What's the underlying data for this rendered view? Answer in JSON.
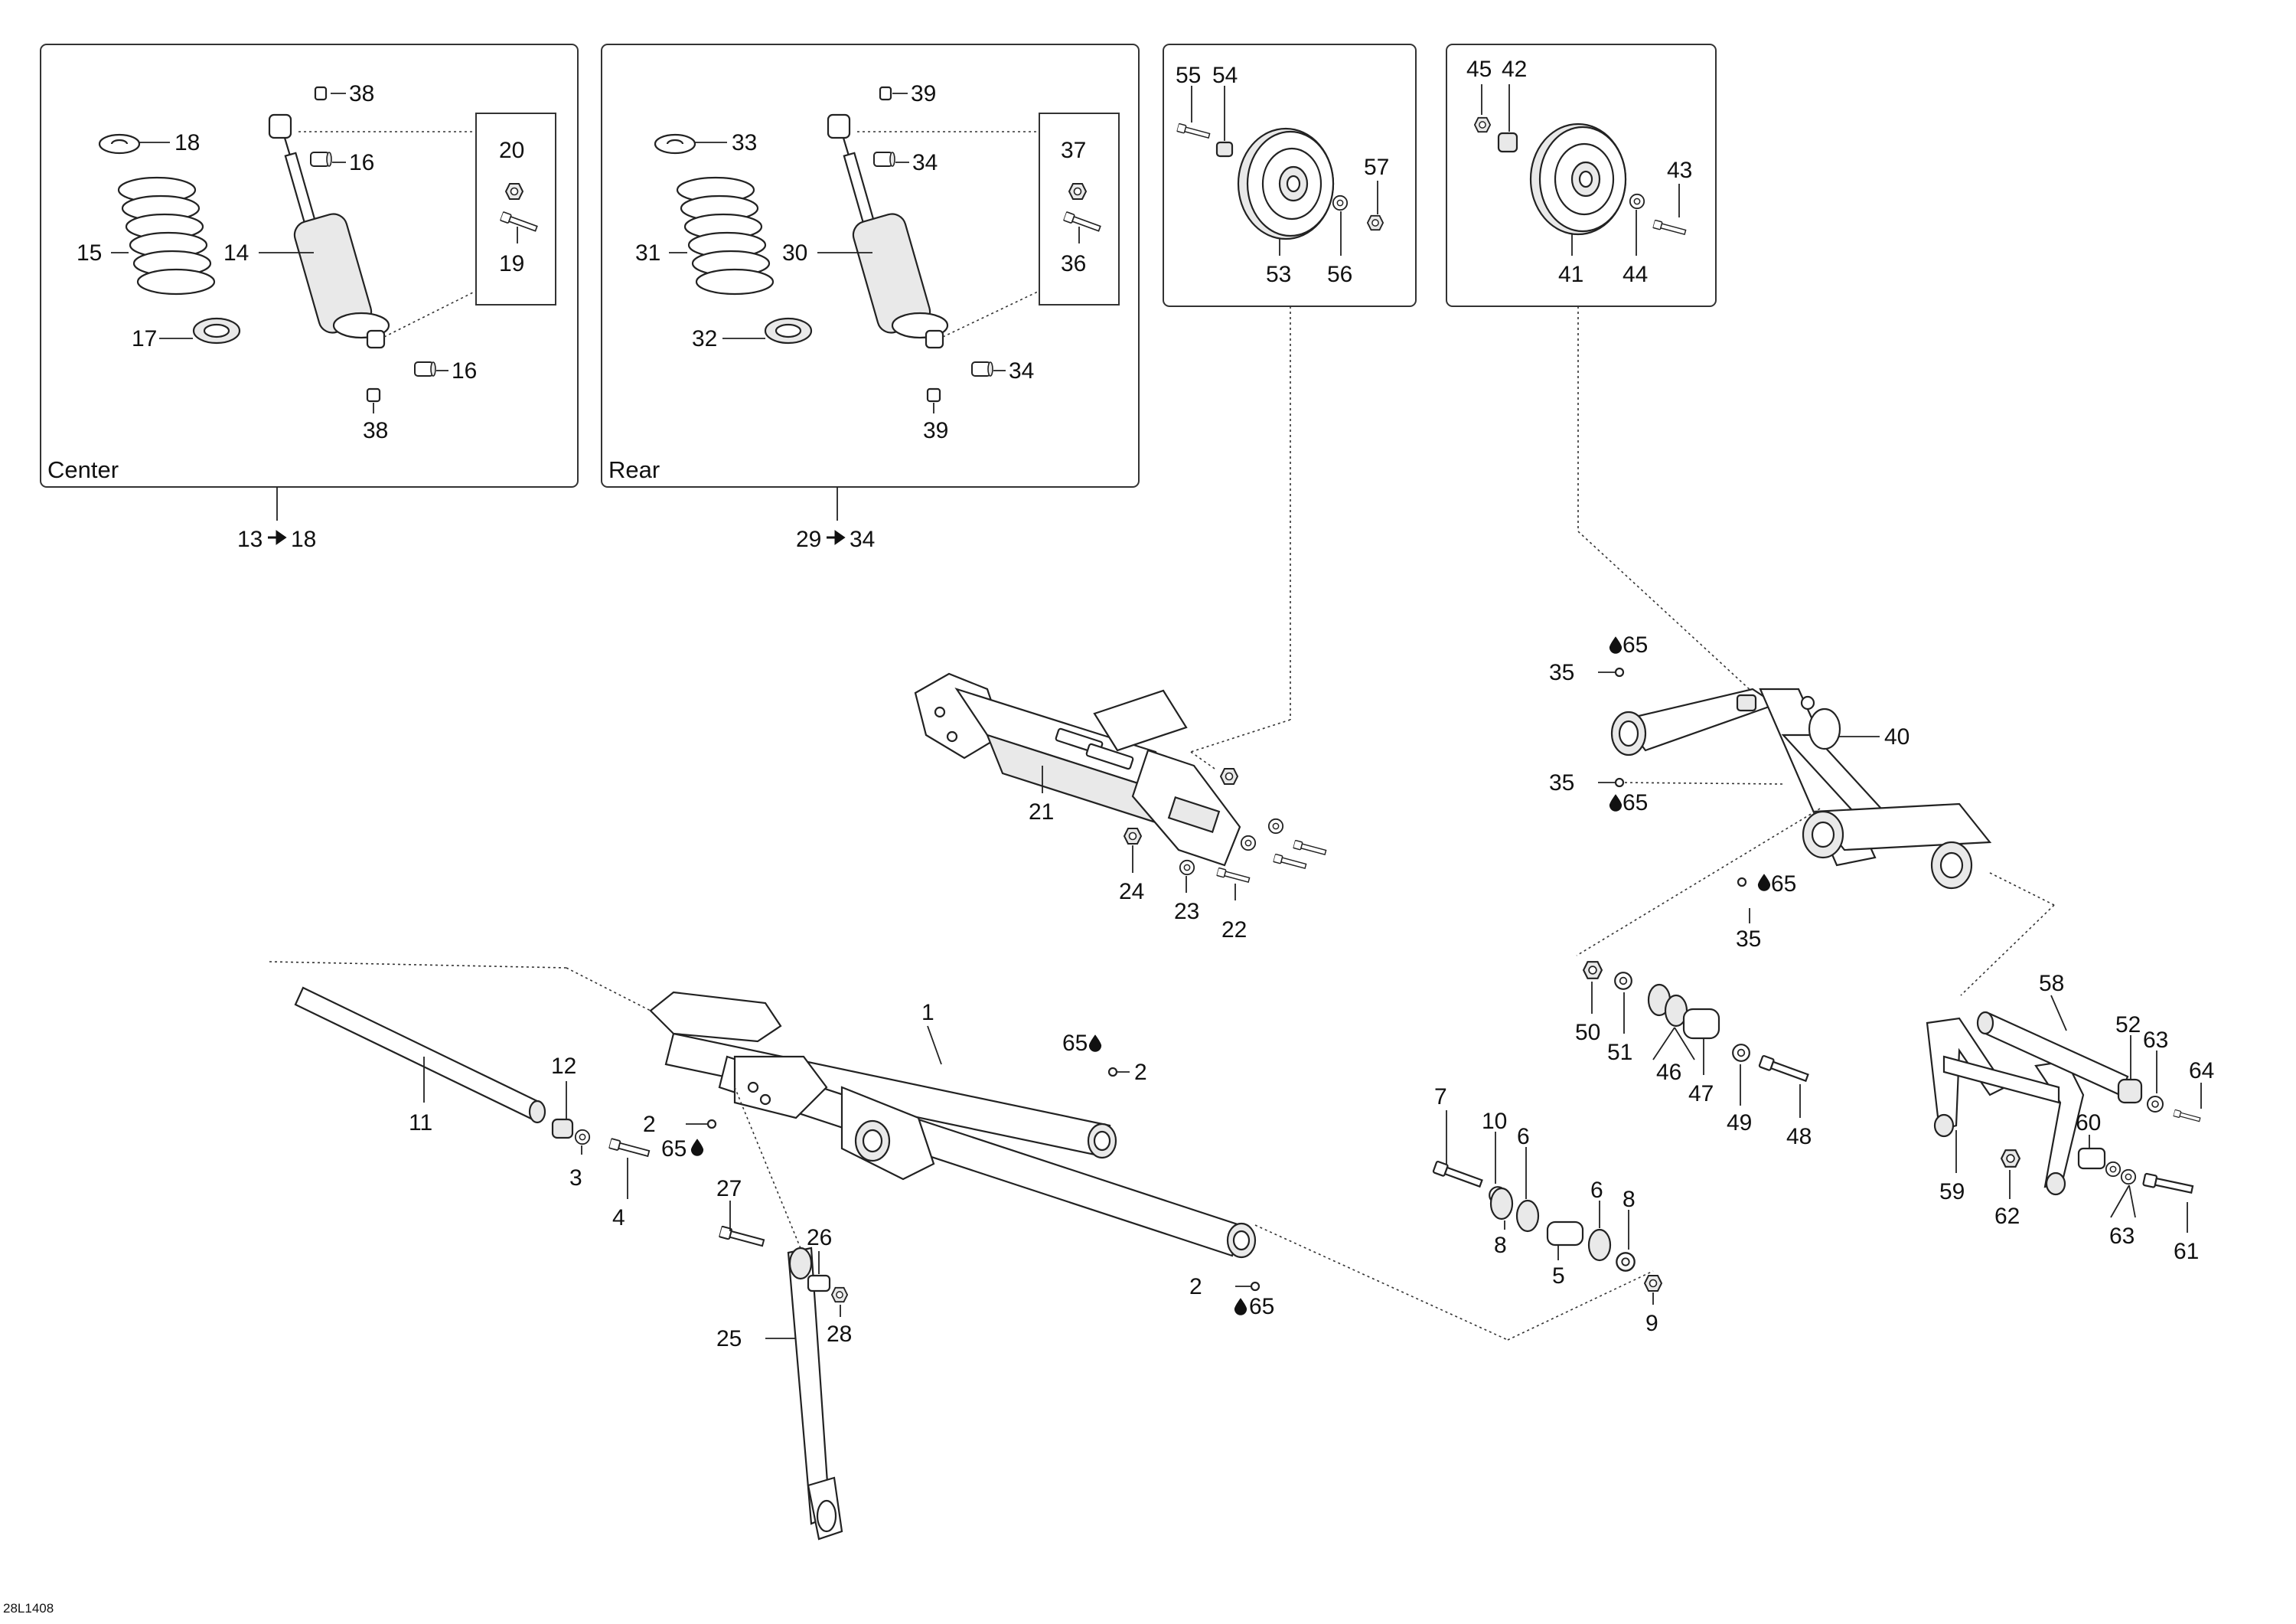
{
  "boxes": {
    "center": {
      "title": "Center",
      "range": "13➔18"
    },
    "rear": {
      "title": "Rear",
      "range": "29➔34"
    }
  },
  "drawing_code": "28L1408",
  "labels": {
    "n1": "1",
    "n2a": "2",
    "n2b": "2",
    "n2c": "2",
    "n3": "3",
    "n4": "4",
    "n5": "5",
    "n6a": "6",
    "n6b": "6",
    "n7": "7",
    "n8a": "8",
    "n8b": "8",
    "n9": "9",
    "n10": "10",
    "n11": "11",
    "n12": "12",
    "n14": "14",
    "n15": "15",
    "n16a": "16",
    "n16b": "16",
    "n17": "17",
    "n18": "18",
    "n19": "19",
    "n20": "20",
    "n21": "21",
    "n22": "22",
    "n23": "23",
    "n24": "24",
    "n25": "25",
    "n26": "26",
    "n27": "27",
    "n28": "28",
    "n30": "30",
    "n31": "31",
    "n32": "32",
    "n33": "33",
    "n34a": "34",
    "n34b": "34",
    "n35a": "35",
    "n35b": "35",
    "n35c": "35",
    "n36": "36",
    "n37": "37",
    "n38a": "38",
    "n38b": "38",
    "n39a": "39",
    "n39b": "39",
    "n40": "40",
    "n41": "41",
    "n42": "42",
    "n43": "43",
    "n44": "44",
    "n45": "45",
    "n46": "46",
    "n47": "47",
    "n48": "48",
    "n49": "49",
    "n50": "50",
    "n51": "51",
    "n52": "52",
    "n53": "53",
    "n54": "54",
    "n55": "55",
    "n56": "56",
    "n57": "57",
    "n58": "58",
    "n59": "59",
    "n60": "60",
    "n61": "61",
    "n62": "62",
    "n63a": "63",
    "n63b": "63",
    "n64": "64",
    "n65a": "65",
    "n65b": "65",
    "n65c": "65",
    "n65d": "65",
    "n65e": "65",
    "n65f": "65"
  },
  "icons": {
    "lubricant": "oil-drop-icon",
    "arrow": "arrow-right-icon"
  }
}
